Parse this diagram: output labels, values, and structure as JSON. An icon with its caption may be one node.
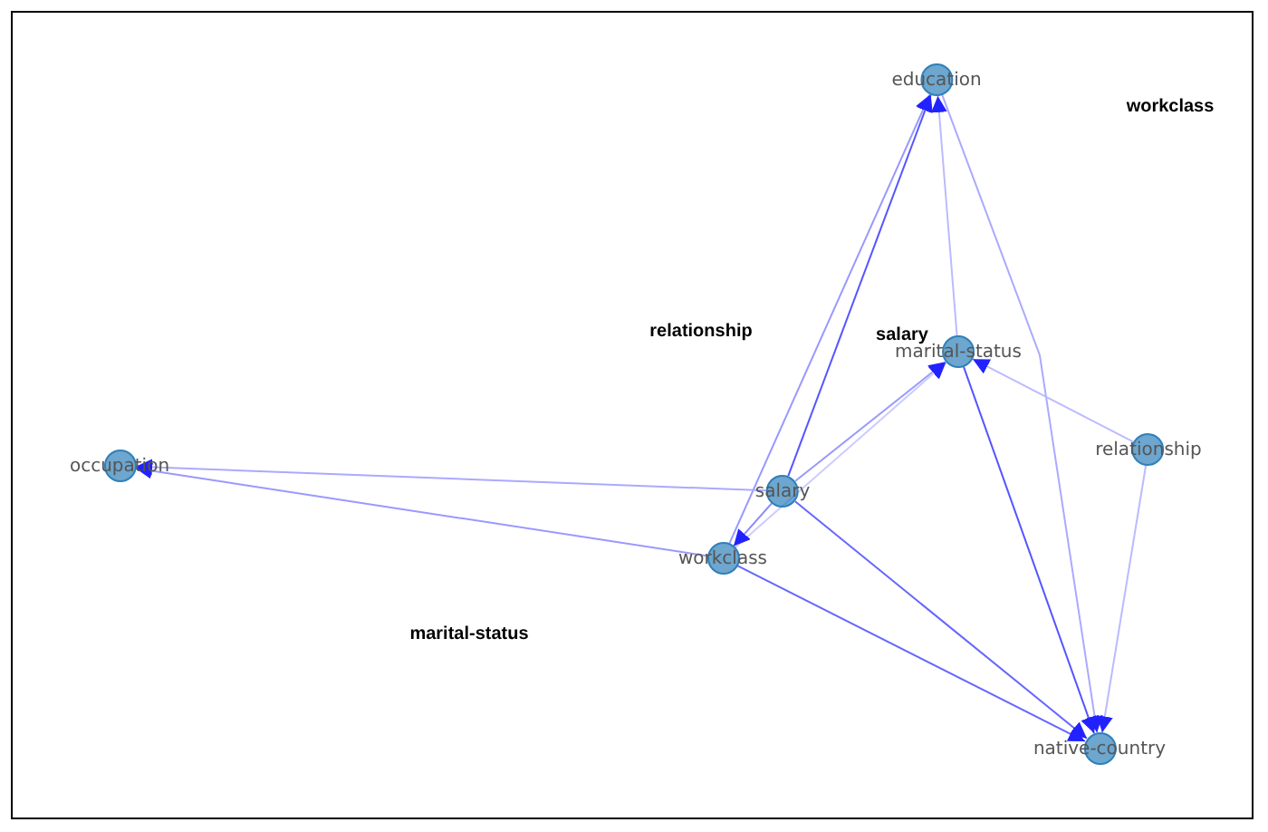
{
  "diagram": {
    "nodes": [
      {
        "text": [
          "education"
        ]
      },
      {
        "text": [
          "marital-status"
        ]
      },
      {
        "text": [
          "relationship"
        ]
      },
      {
        "text": [
          "occupation"
        ]
      },
      {
        "text": [
          "salary"
        ]
      },
      {
        "text": [
          "workclass"
        ]
      },
      {
        "text": [
          "native-country"
        ]
      }
    ],
    "edges": [
      {
        "from": 5,
        "to": 0,
        "arrow": "to",
        "color": "#9999ff"
      },
      {
        "from": 4,
        "to": 0,
        "arrow": "to",
        "color": "#5555ff"
      },
      {
        "from": 1,
        "to": 0,
        "arrow": "to",
        "color": "#bbbbff"
      },
      {
        "from": 0,
        "to": 6,
        "arrow": "to",
        "color": "#aaaaff"
      },
      {
        "from": 4,
        "to": 1,
        "arrow": "to",
        "color": "#9999ff"
      },
      {
        "from": 5,
        "to": 1,
        "arrow": "to",
        "color": "#ccccff"
      },
      {
        "from": 2,
        "to": 1,
        "arrow": "to",
        "color": "#bbbbff"
      },
      {
        "from": 2,
        "to": 6,
        "arrow": "to",
        "color": "#bbbbff"
      },
      {
        "from": 1,
        "to": 6,
        "arrow": "to",
        "color": "#5555ff"
      },
      {
        "from": 4,
        "to": 6,
        "arrow": "to"
      },
      {
        "from": 5,
        "to": 6,
        "arrow": "to"
      },
      {
        "from": 4,
        "to": 5,
        "arrow": "to",
        "color": "#8888ff"
      },
      {
        "from": 4,
        "to": 3,
        "arrow": "to",
        "color": "#aaaaff"
      },
      {
        "from": 5,
        "to": 3,
        "arrow": "to",
        "color": "#9999ff"
      }
    ],
    "labels": [
      "workclass",
      "relationship",
      "salary",
      "marital-status"
    ]
  }
}
